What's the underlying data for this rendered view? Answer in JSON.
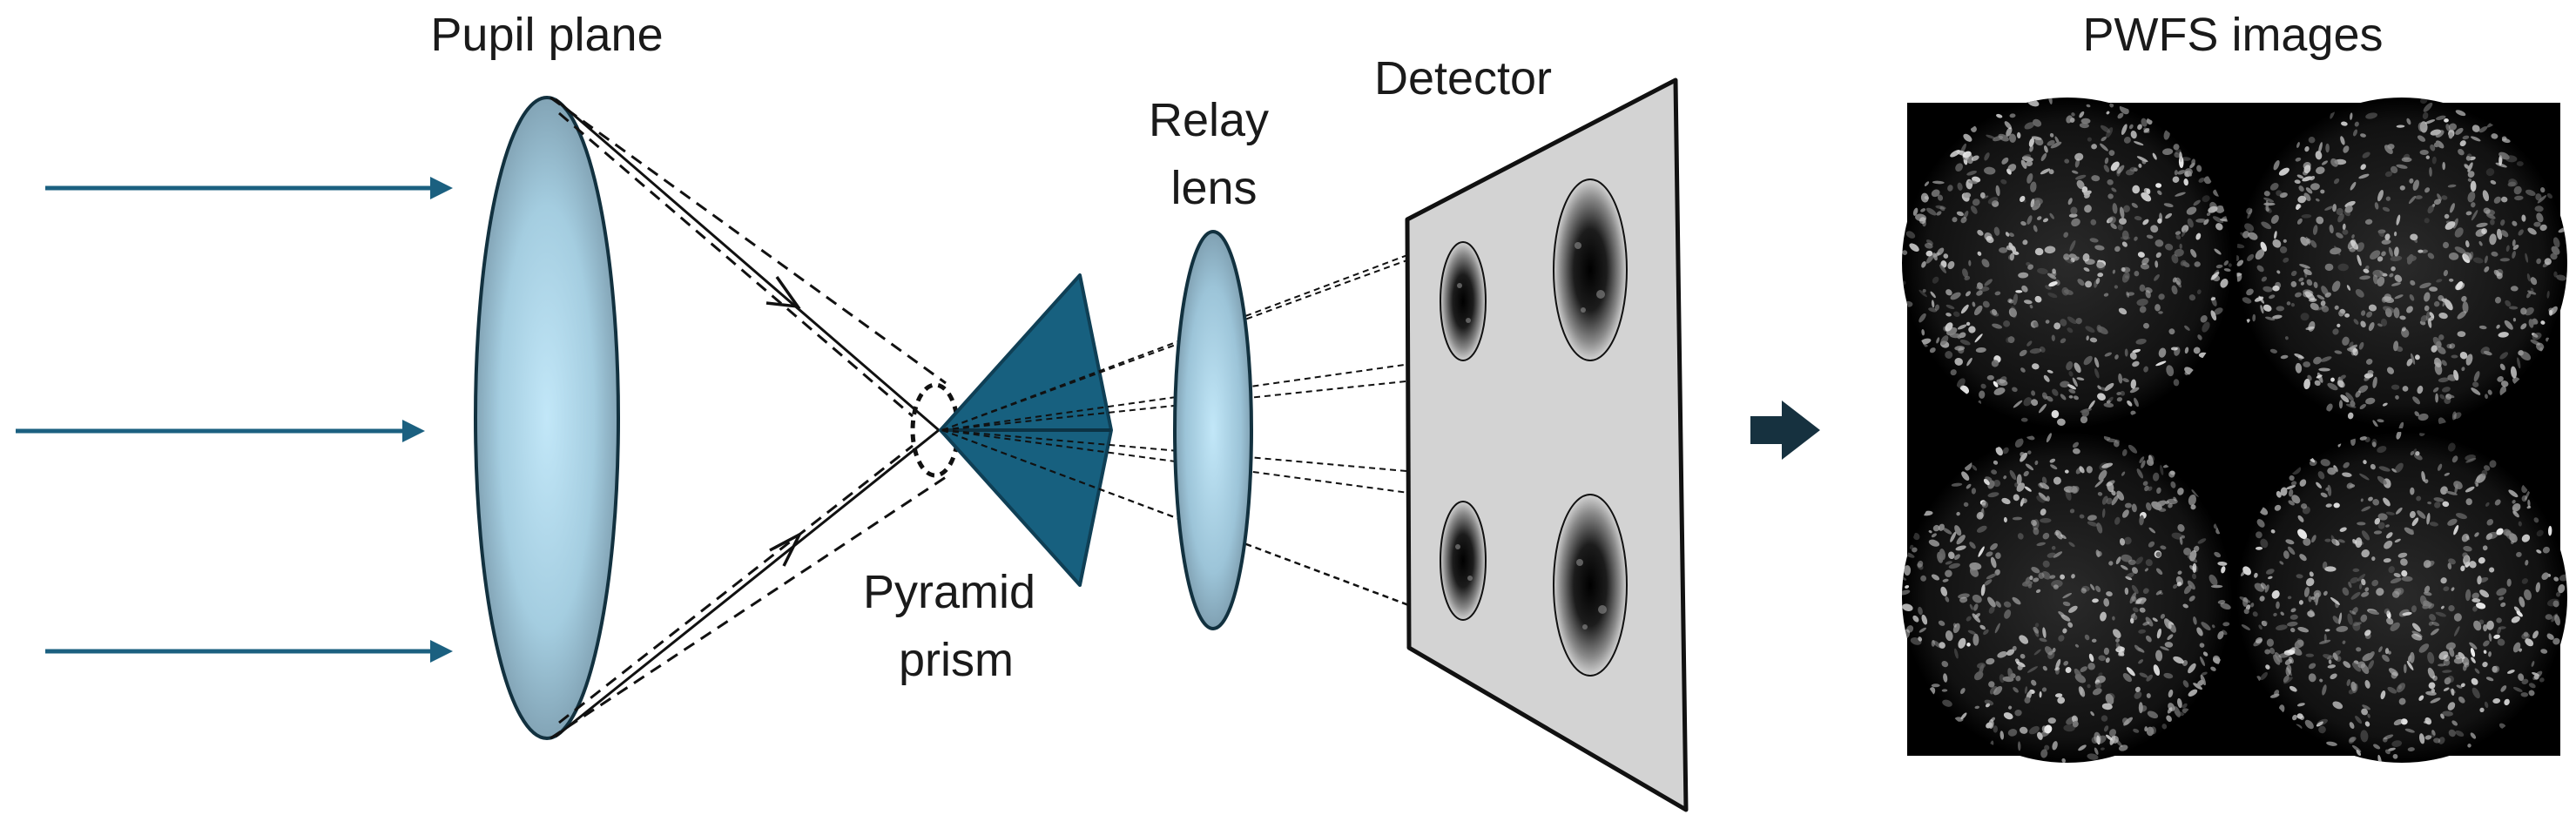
{
  "labels": {
    "pupil_plane": "Pupil plane",
    "pyramid_line1": "Pyramid",
    "pyramid_line2": "prism",
    "relay_line1": "Relay",
    "relay_line2": "lens",
    "detector": "Detector",
    "pwfs_images": "PWFS images"
  },
  "colors": {
    "arrow_blue": "#1b6080",
    "prism_fill": "#17607f",
    "prism_stroke": "#0f3f55",
    "lens_edge": "#7e9aab",
    "lens_center": "#bfe5f7",
    "detector_fill": "#d3d3d3",
    "output_arrow": "#16313f",
    "pwfs_background": "#000000",
    "speckle": "#e8e8e8"
  },
  "icons": {
    "incoming_rays": "right-arrow-icon",
    "output": "thick-right-arrow-icon"
  }
}
